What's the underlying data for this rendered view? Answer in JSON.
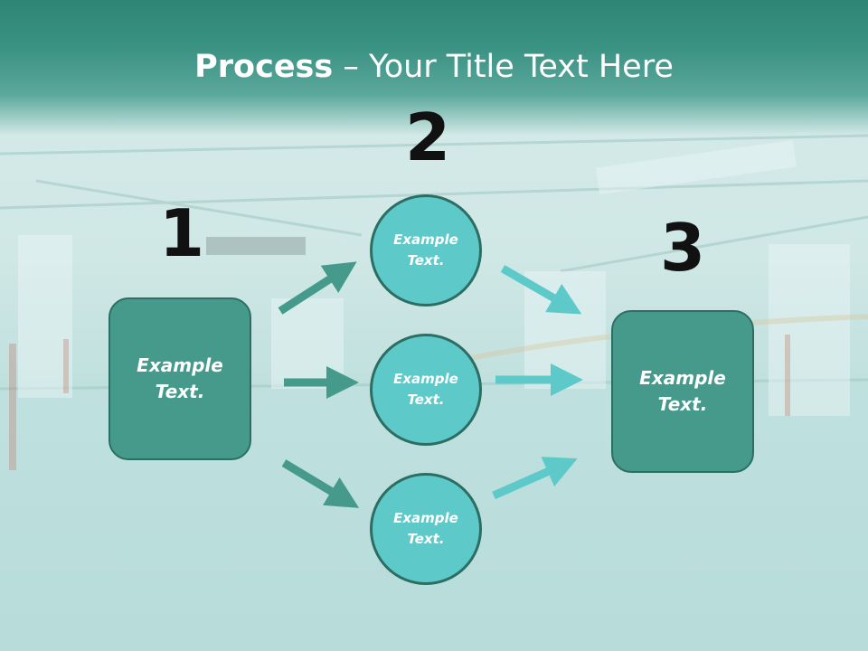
{
  "title": {
    "bold": "Process",
    "rest": " – Your Title Text Here"
  },
  "steps": [
    "1",
    "2",
    "3"
  ],
  "left_box": {
    "line1": "Example",
    "line2": "Text."
  },
  "circles": [
    {
      "line1": "Example",
      "line2": "Text."
    },
    {
      "line1": "Example",
      "line2": "Text."
    },
    {
      "line1": "Example",
      "line2": "Text."
    }
  ],
  "right_box": {
    "line1": "Example",
    "line2": "Text."
  },
  "colors": {
    "title_band": "#3a9283",
    "box_fill": "#459a8b",
    "circle_fill": "#5ec9c9",
    "dark_arrow": "#459a8b",
    "light_arrow": "#5ec9c9"
  }
}
